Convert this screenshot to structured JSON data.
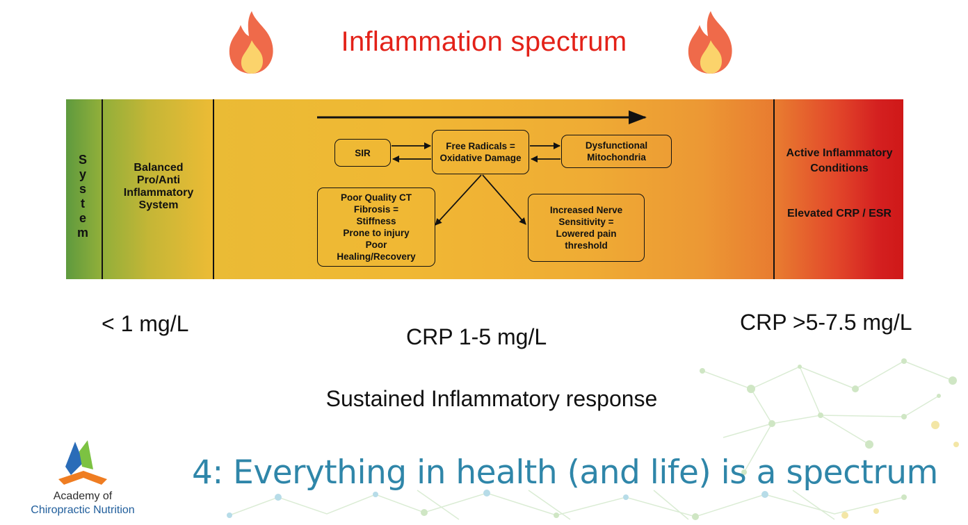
{
  "slide": {
    "title": "Inflammation spectrum",
    "band": {
      "left_label_letters": [
        "S",
        "y",
        "s",
        "t",
        "e",
        "m"
      ],
      "balanced_label": "Balanced Pro/Anti Inflammatory System",
      "active_label": "Active Inflammatory Conditions",
      "elevated_label": "Elevated CRP / ESR",
      "boxes": {
        "sir": "SIR",
        "free_radicals": "Free Radicals = Oxidative Damage",
        "dysfunctional": "Dysfunctional Mitochondria",
        "poor_quality": [
          "Poor Quality CT",
          "Fibrosis =",
          "Stiffness",
          "Prone to injury",
          "Poor",
          "Healing/Recovery"
        ],
        "nerve": [
          "Increased Nerve",
          "Sensitivity =",
          "Lowered pain",
          "threshold"
        ]
      }
    },
    "labels": {
      "low": "< 1 mg/L",
      "mid": "CRP 1-5 mg/L",
      "high": "CRP >5-7.5 mg/L",
      "sustained": "Sustained Inflammatory response"
    },
    "headline": "4: Everything in health (and life) is a spectrum",
    "logo": {
      "line1": "Academy of",
      "line2": "Chiropractic Nutrition"
    }
  },
  "colors": {
    "title": "#e32118",
    "headline": "#2f86a9",
    "band_green": "#5e9a3e",
    "band_yellow": "#eabb35",
    "band_red": "#cf1818",
    "logo_blue": "#1f5d9b"
  },
  "icons": [
    "flame-icon",
    "flame-icon",
    "logo-mark-icon"
  ]
}
